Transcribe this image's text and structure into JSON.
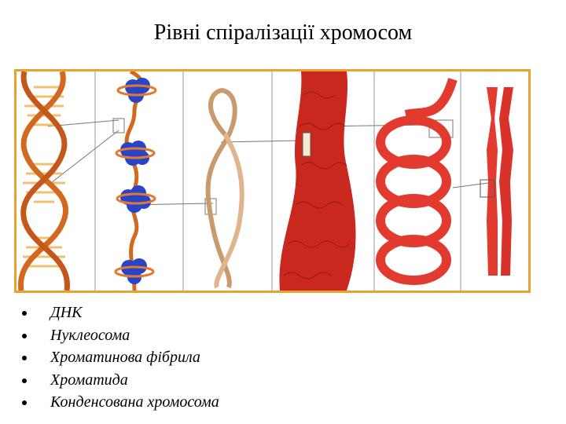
{
  "slide": {
    "title": "Рівні спіралізації хромосом",
    "items": [
      "ДНК",
      "Нуклеосома",
      "Хроматинова фібрила",
      "Хроматида",
      "Конденсована хромосома"
    ]
  },
  "colors": {
    "frame_border": "#e8a230",
    "dna_strand": "#d2691e",
    "histone": "#2a44c8",
    "fiber": "#e0b48c",
    "chromatid": "#c8281e",
    "coil": "#e23a2e"
  }
}
